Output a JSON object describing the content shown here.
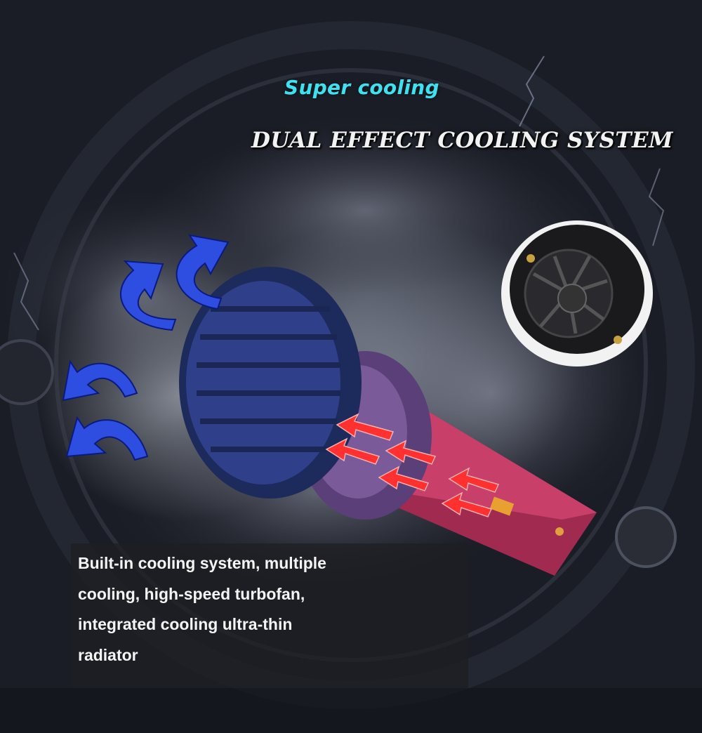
{
  "headline": "Super cooling",
  "title": "DUAL EFFECT COOLING SYSTEM",
  "description_lines": [
    "Built-in cooling system, multiple",
    "cooling, high-speed turbofan,",
    "integrated cooling ultra-thin",
    "radiator"
  ],
  "colors": {
    "headline": "#3fe0f0",
    "airflow_arrows": "#2d4ee0",
    "heat_arrows": "#ff3030",
    "bulb_heatsink": "#2f3f8a",
    "bulb_body": "#b0305a"
  },
  "icons": [
    "storm-background",
    "cooling-fan-icon",
    "airflow-arrow-icon",
    "heat-arrow-icon",
    "led-bulb-illustration"
  ]
}
